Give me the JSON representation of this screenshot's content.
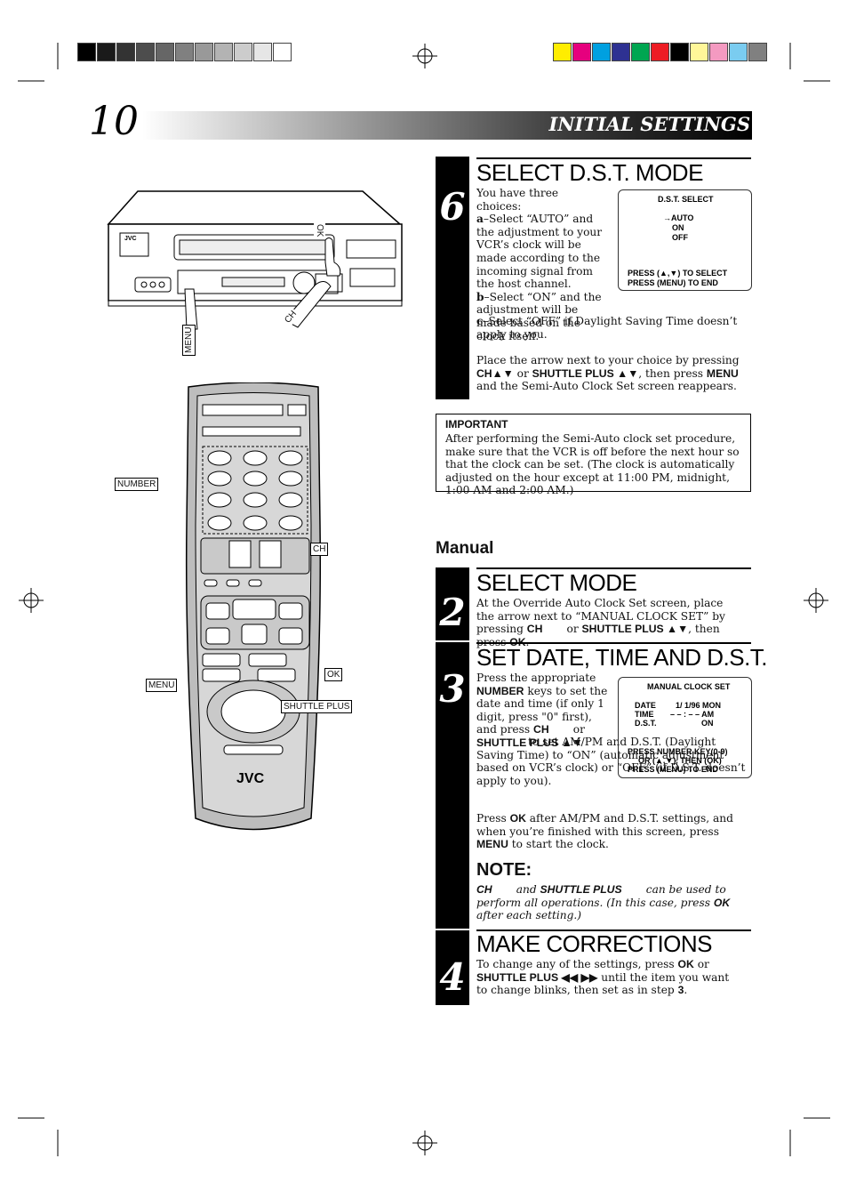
{
  "page": {
    "number": "10",
    "header_title": "INITIAL SETTINGS (cont.)"
  },
  "colors": {
    "gray_bars": [
      "#000000",
      "#1a1a1a",
      "#333333",
      "#4d4d4d",
      "#666666",
      "#808080",
      "#999999",
      "#b3b3b3",
      "#cccccc",
      "#e6e6e6",
      "#ffffff"
    ],
    "color_bars": [
      "#ffed00",
      "#e6007e",
      "#00a0e0",
      "#2e3192",
      "#00a651",
      "#ed1c24",
      "#000000",
      "#fff799",
      "#f49ac1",
      "#7accf0",
      "#808080"
    ]
  },
  "step6": {
    "number": "6",
    "title": "SELECT D.S.T. MODE",
    "intro": "You have three choices:",
    "a_label": "a",
    "a_text": "–Select “AUTO” and the adjustment to your VCR’s clock will be made according to the incoming signal from the host channel.",
    "b_label": "b",
    "b_text": "–Select “ON” and the adjustment will be made based on the clock itself.",
    "c_label": "c",
    "c_text": "–Select “OFF” if Daylight Saving Time doesn’t apply to you.",
    "p2_a": "Place the arrow next to your choice by pressing ",
    "p2_ch": "CH▲▼",
    "p2_b": " or ",
    "p2_sp": "SHUTTLE PLUS ▲▼",
    "p2_c": ", then press ",
    "p2_menu": "MENU",
    "p2_d": " and the Semi-Auto Clock Set screen reappears.",
    "osd": {
      "title": "D.S.T. SELECT",
      "opt1": "→AUTO",
      "opt2": "ON",
      "opt3": "OFF",
      "line1": "PRESS (▲,▼) TO SELECT",
      "line2": "PRESS (MENU) TO END"
    }
  },
  "important": {
    "heading": "IMPORTANT",
    "text": "After performing the Semi-Auto clock set procedure, make sure that the VCR is off before the next hour so that the clock can be set. (The clock is automatically adjusted on the hour except at 11:00 PM, midnight, 1:00 AM and 2:00 AM.)"
  },
  "manual_heading": "Manual",
  "step2": {
    "number": "2",
    "title": "SELECT MODE",
    "t1": "At the Override Auto Clock Set screen, place the arrow next to “MANUAL CLOCK SET” by pressing ",
    "ch": "CH",
    "t2": "       or ",
    "sp": "SHUTTLE PLUS ▲▼",
    "t3": ", then press ",
    "ok": "OK",
    "t4": "."
  },
  "step3": {
    "number": "3",
    "title": "SET DATE, TIME AND D.S.T.",
    "t1": "Press the appropriate ",
    "number_key": "NUMBER",
    "t2": " keys to set the date and time (if only 1 digit, press \"0\" first), and press ",
    "ch": "CH",
    "t3": "       or ",
    "sp": "SHUTTLE PLUS ▲▼",
    "t4": " to set AM/PM and D.S.T. (Daylight Saving Time) to “ON” (automatic adjustment based on VCR’s clock) or “OFF” (if D.S.T. doesn’t apply to you).",
    "t5": "Press ",
    "ok": "OK",
    "t6": " after AM/PM and D.S.T. settings, and when you’re finished with this screen, press ",
    "menu": "MENU",
    "t7": " to start the clock.",
    "osd": {
      "title": "MANUAL CLOCK SET",
      "date_label": "DATE",
      "date_value": "1/ 1/96 MON",
      "time_label": "TIME",
      "time_value": "– – : – – AM",
      "dst_label": "D.S.T.",
      "dst_value": "ON",
      "line1": "PRESS NUMBER KEY(0-9)",
      "line2": "OR (▲,▼), THEN (OK)",
      "line3": "PRESS (MENU) TO END"
    },
    "note_heading": "NOTE:",
    "note_ch": "CH",
    "note_t1": "       and ",
    "note_sp": "SHUTTLE PLUS",
    "note_t2": "       can be used to perform all operations. (In this case, press ",
    "note_ok": "OK",
    "note_t3": " after each setting.)"
  },
  "step4": {
    "number": "4",
    "title": "MAKE CORRECTIONS",
    "t1": "To change any of the settings, press ",
    "ok": "OK",
    "t2": " or ",
    "sp": "SHUTTLE PLUS ◀◀ ▶▶",
    "t3": " until the item you want to change blinks, then set as in step ",
    "step": "3",
    "t4": "."
  },
  "vcr": {
    "brand": "JVC",
    "label_ok": "OK",
    "label_ch": "CH",
    "label_menu": "MENU"
  },
  "remote": {
    "brand": "JVC",
    "label_number": "NUMBER",
    "label_ch": "CH",
    "label_menu": "MENU",
    "label_ok": "OK",
    "label_shuttle": "SHUTTLE PLUS"
  }
}
